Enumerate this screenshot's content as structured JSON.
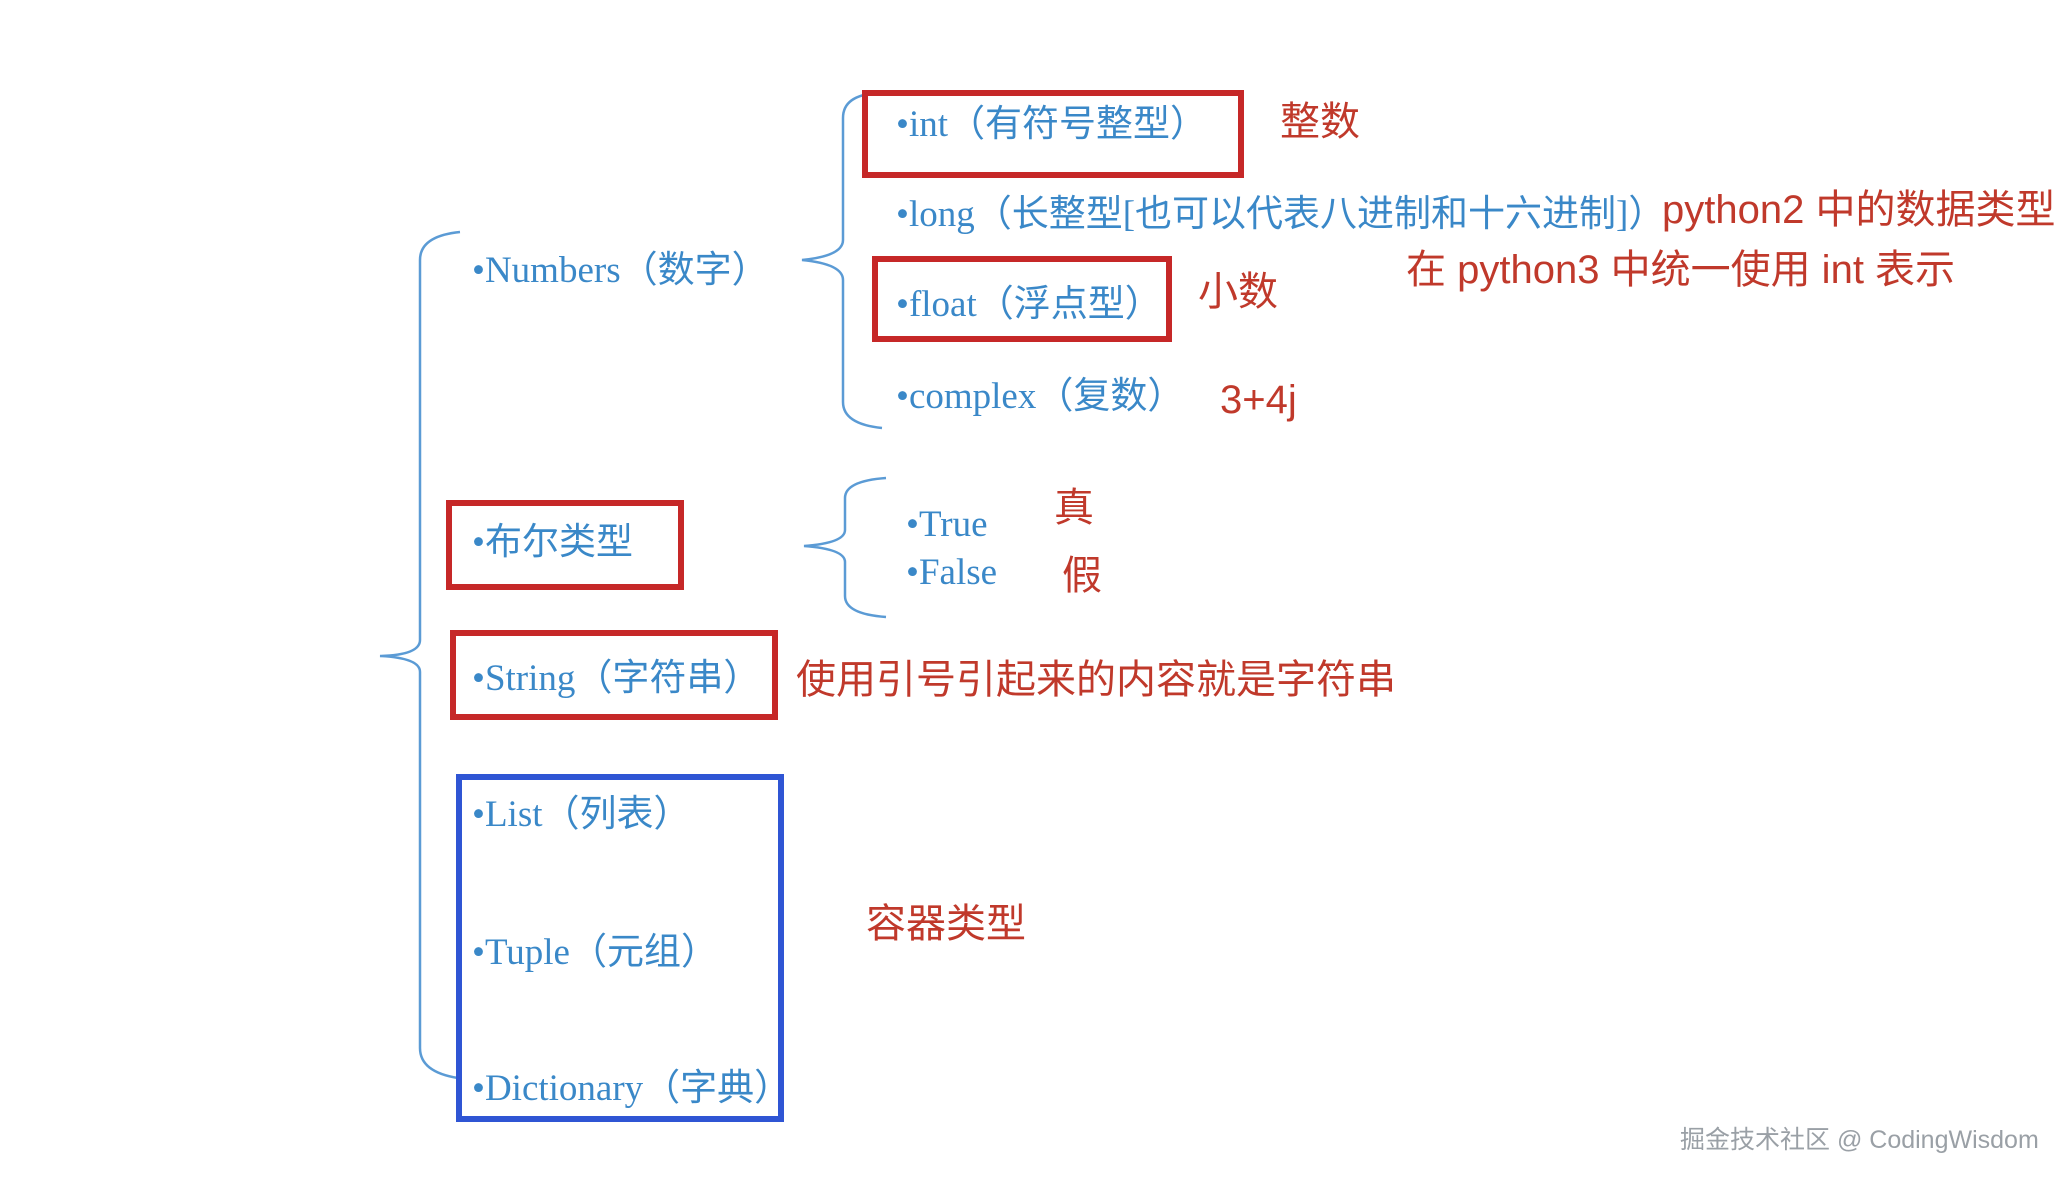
{
  "root": {
    "numbers": "•Numbers（数字）",
    "bool": "•布尔类型",
    "string": "•String（字符串）",
    "list": "•List（列表）",
    "tuple": "•Tuple（元组）",
    "dict": "•Dictionary（字典）"
  },
  "numbers_children": {
    "int": "•int（有符号整型）",
    "long": "•long（长整型[也可以代表八进制和十六进制]）",
    "float": "•float（浮点型）",
    "complex": "•complex（复数）"
  },
  "bool_children": {
    "true": "•True",
    "false": "•False"
  },
  "notes": {
    "int": "整数",
    "long_line1": "python2 中的数据类型",
    "long_line2": "在 python3 中统一使用 int 表示",
    "float": "小数",
    "complex": "3+4j",
    "true": "真",
    "false": "假",
    "string": "使用引号引起来的内容就是字符串",
    "container": "容器类型"
  },
  "watermark": "掘金技术社区 @ CodingWisdom",
  "colors": {
    "node_text": "#3a88c8",
    "note_text": "#c0392b",
    "highlight_box": "#c62828",
    "container_box": "#2f55d4",
    "bracket": "#5b9bd5"
  }
}
